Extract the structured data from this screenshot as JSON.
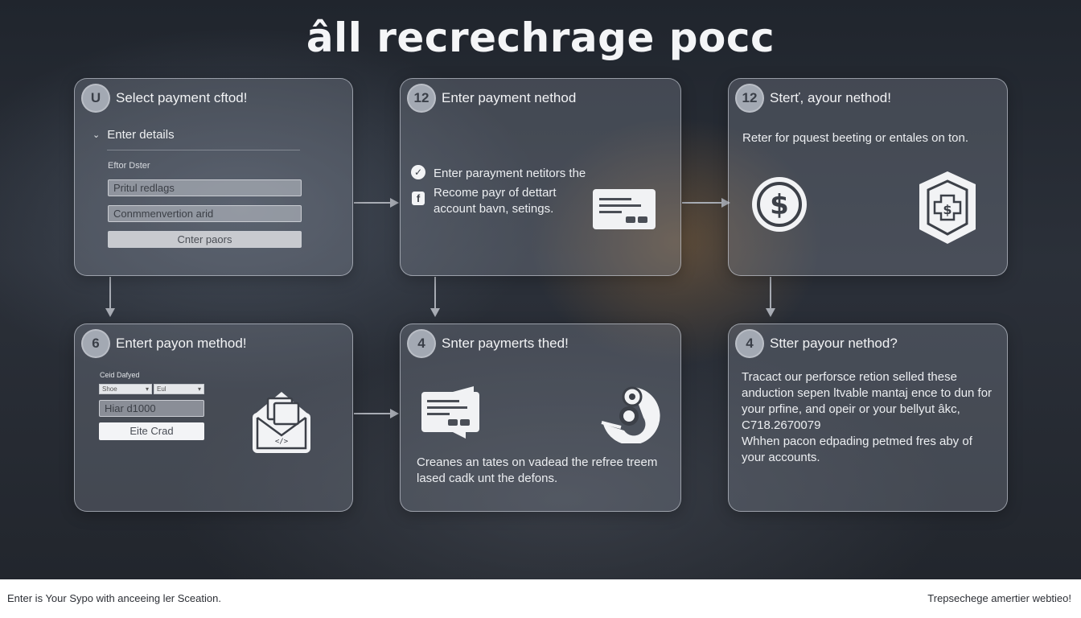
{
  "title": "âll recrechrage pocc",
  "steps": [
    {
      "badge": "U",
      "heading": "Select payment cftod!",
      "dropdown_label": "Enter details",
      "field_label": "Eftor Dster",
      "fields": [
        "Pritul redlags",
        "Conmmenvertion arid"
      ],
      "button": "Cnter paors"
    },
    {
      "badge": "12",
      "heading": "Enter payment nethod",
      "line1": "Enter parayment netitors the",
      "line2": "Recome payr of dettart",
      "line3": "account bavn, setings."
    },
    {
      "badge": "12",
      "heading": "Sterť, ayour nethod!",
      "text": "Reter for pquest beeting or entales on ton."
    },
    {
      "badge": "6",
      "heading": "Entert payon method!",
      "label": "Ceid Dafyed",
      "select1": "Shoe",
      "select2": "Eul",
      "field": "Hiar d1000",
      "button": "Eite Crad"
    },
    {
      "badge": "4",
      "heading": "Snter paymerts thed!",
      "text": "Creanes an tates on vadead the refree treem lased cadk unt the defons."
    },
    {
      "badge": "4",
      "heading": "Stter payour nethod?",
      "para1": "Tracact our perforsce retion selled these anduction sepen ltvable mantaj ence to dun for your prfine, and opeir or your bellyut âkc, C718.2670079",
      "para2": "Whhen pacon edpading petmed fres aby of your accounts."
    }
  ],
  "footer": {
    "left": "Enter is Your Sypo with anceeing ler Sceation.",
    "right": "Trepsechege amertier webtieo!"
  },
  "icons": [
    "chevron-down-icon",
    "check-circle-icon",
    "facebook-icon",
    "payment-card-icon",
    "dollar-coin-icon",
    "dollar-shield-icon",
    "envelope-icon",
    "steam-icon"
  ],
  "colors": {
    "panel_border": "#dce1eb",
    "badge": "#a3a9b3",
    "arrow": "#a8acb4"
  }
}
